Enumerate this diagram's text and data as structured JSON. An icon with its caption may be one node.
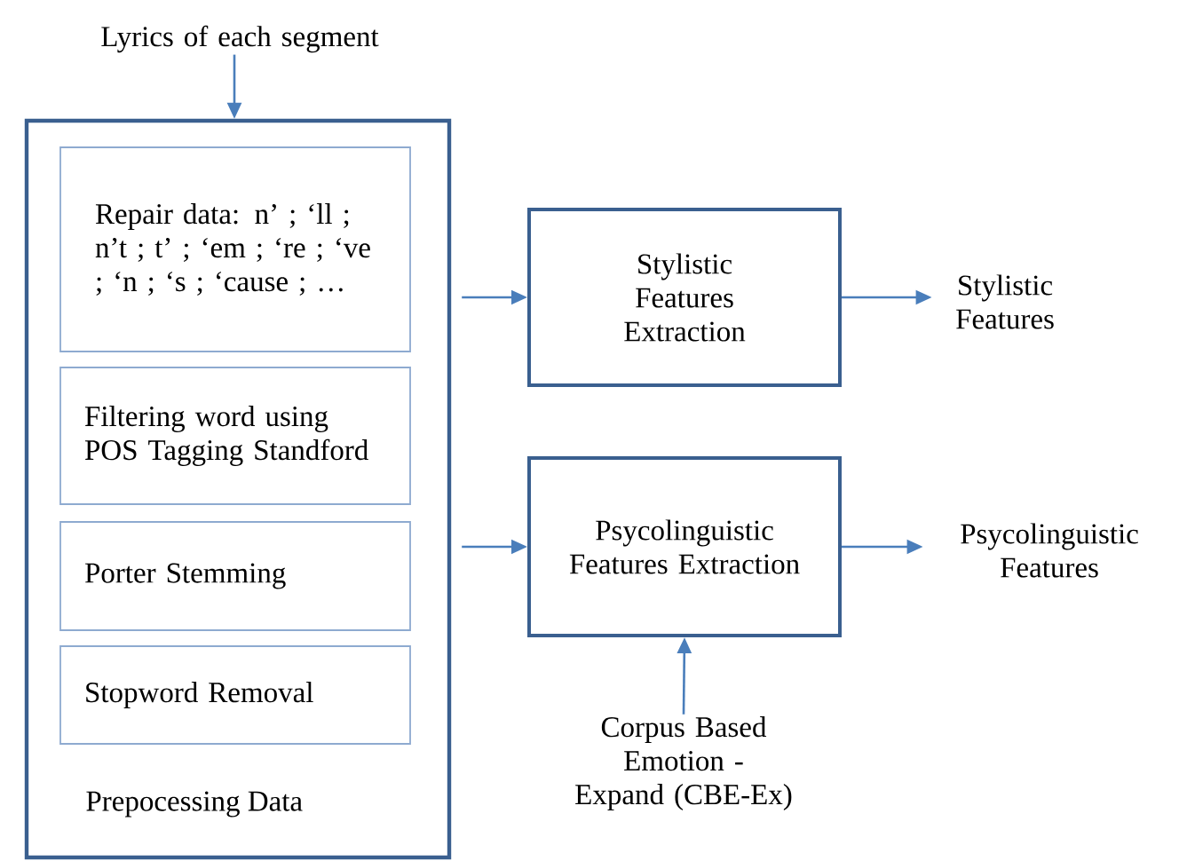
{
  "diagram": {
    "nodes": [
      {
        "text": [
          "Lyrics of each segment"
        ]
      },
      {
        "text": [
          "Prepocessing Data"
        ]
      },
      {
        "text": [
          "Repair data: n’ ; ‘ll ; n’t ; t’ ; ‘em ; ‘re ; ‘ve ; ‘n ; ‘s ; ‘cause ; …"
        ],
        "in": 1
      },
      {
        "text": [
          "Filtering word using POS Tagging Standford"
        ],
        "in": 1
      },
      {
        "text": [
          "Porter Stemming"
        ],
        "in": 1
      },
      {
        "text": [
          "Stopword Removal"
        ],
        "in": 1
      },
      {
        "text": [
          "Stylistic Features Extraction"
        ]
      },
      {
        "text": [
          "Psycolinguistic Features Extraction"
        ]
      },
      {
        "text": [
          "Stylistic Features"
        ]
      },
      {
        "text": [
          "Psycolinguistic Features"
        ]
      },
      {
        "text": [
          "Corpus Based Emotion - Expand (CBE-Ex)"
        ]
      }
    ],
    "edges": [
      {
        "from": 0,
        "to": 1,
        "arrow": "to"
      },
      {
        "from": 1,
        "to": 6,
        "arrow": "to"
      },
      {
        "from": 1,
        "to": 7,
        "arrow": "to"
      },
      {
        "from": 6,
        "to": 8,
        "arrow": "to"
      },
      {
        "from": 7,
        "to": 9,
        "arrow": "to"
      },
      {
        "from": 10,
        "to": 7,
        "arrow": "to"
      }
    ]
  }
}
